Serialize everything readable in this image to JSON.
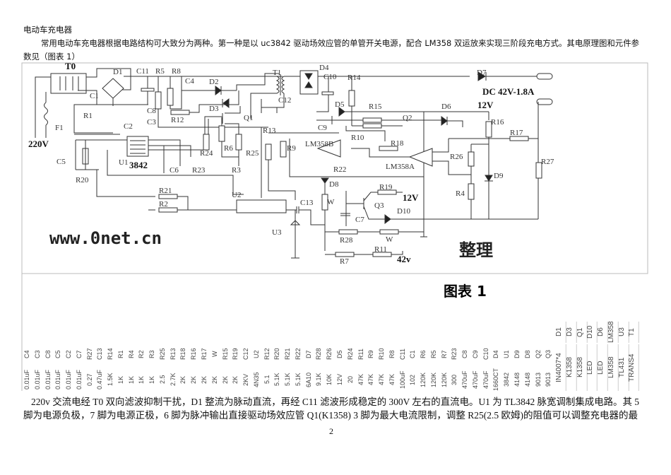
{
  "document": {
    "title": "电动车充电器",
    "para1_line1": "常用电动车充电器根据电路结构可大致分为两种。第一种是以 uc3842 驱动场效应管的单管开关电源，配合 LM358 双运放来实现三阶段充电方式。其电原理图和元件参",
    "para1_line2": "数见（图表 1）",
    "para2_line1": "220v 交流电经 T0 双向滤波抑制干扰，D1 整流为脉动直流，再经 C11 滤波形成稳定的 300V 左右的直流电。U1 为 TL3842 脉宽调制集成电路。其 5",
    "para2_line2": "脚为电源负极，7 脚为电源正极，6 脚为脉冲输出直接驱动场效应管 Q1(K1358)  3 脚为最大电流限制，调整 R25(2.5 欧姆)的阻值可以调整充电器的最",
    "page_number": "2"
  },
  "diagram": {
    "caption": "图表 1",
    "watermark": "www.0net.cn",
    "watermark2": "整理",
    "labels": [
      "T0",
      "D1",
      "C11",
      "R5",
      "R8",
      "C4",
      "D2",
      "D3",
      "T1",
      "D4",
      "C10",
      "C12",
      "C1",
      "C8",
      "C3",
      "C2",
      "R1",
      "R12",
      "Q1",
      "F1",
      "220V",
      "C5",
      "R20",
      "U1",
      "3842",
      "C6",
      "R24",
      "R6",
      "R25",
      "R3",
      "R23",
      "R13",
      "R9",
      "LM358B",
      "R21",
      "R2",
      "U2",
      "C13",
      "W",
      "U3",
      "D8",
      "R14",
      "D7",
      "DC 42V-1.8A",
      "D5",
      "R15",
      "D6",
      "12V",
      "Q2",
      "R16",
      "R17",
      "R10",
      "R18",
      "LM358A",
      "R26",
      "R27",
      "R22",
      "D9",
      "R19",
      "12V",
      "Q3",
      "D10",
      "R4",
      "C7",
      "R28",
      "W",
      "R11",
      "R7",
      "42v",
      "C9"
    ]
  },
  "parts_table": [
    {
      "ref": "C4",
      "value": "0.01uF"
    },
    {
      "ref": "C3",
      "value": "0.01uF"
    },
    {
      "ref": "C8",
      "value": "0.01uF"
    },
    {
      "ref": "C5",
      "value": "0.01uF"
    },
    {
      "ref": "C2",
      "value": "0.01uF"
    },
    {
      "ref": "C7",
      "value": "0.01uF"
    },
    {
      "ref": "R27",
      "value": "0.27"
    },
    {
      "ref": "C13",
      "value": "0.47uF"
    },
    {
      "ref": "R14",
      "value": "1.5K"
    },
    {
      "ref": "R1",
      "value": "1K"
    },
    {
      "ref": "R4",
      "value": "1K"
    },
    {
      "ref": "R2",
      "value": "1K"
    },
    {
      "ref": "R3",
      "value": "1K"
    },
    {
      "ref": "R25",
      "value": "2.5"
    },
    {
      "ref": "R13",
      "value": "2.7K"
    },
    {
      "ref": "R18",
      "value": "2K"
    },
    {
      "ref": "R16",
      "value": "2K"
    },
    {
      "ref": "R17",
      "value": "2K"
    },
    {
      "ref": "W",
      "value": "2K"
    },
    {
      "ref": "R15",
      "value": "2K"
    },
    {
      "ref": "R19",
      "value": "2K"
    },
    {
      "ref": "C12",
      "value": "2KV"
    },
    {
      "ref": "U2",
      "value": "4N35"
    },
    {
      "ref": "R12",
      "value": "5.1"
    },
    {
      "ref": "R20",
      "value": "5.1K"
    },
    {
      "ref": "R21",
      "value": "5.1K"
    },
    {
      "ref": "R22",
      "value": "5.1K"
    },
    {
      "ref": "D7",
      "value": "6A10"
    },
    {
      "ref": "R28",
      "value": "9.1K"
    },
    {
      "ref": "R26",
      "value": "10K"
    },
    {
      "ref": "D5",
      "value": "12V"
    },
    {
      "ref": "R24",
      "value": "20"
    },
    {
      "ref": "R11",
      "value": "47K"
    },
    {
      "ref": "R9",
      "value": "47K"
    },
    {
      "ref": "R10",
      "value": "47K"
    },
    {
      "ref": "R8",
      "value": "47K"
    },
    {
      "ref": "C11",
      "value": "100uF"
    },
    {
      "ref": "C1",
      "value": "102"
    },
    {
      "ref": "R6",
      "value": "120K"
    },
    {
      "ref": "R5",
      "value": "120K"
    },
    {
      "ref": "R7",
      "value": "120K"
    },
    {
      "ref": "R23",
      "value": "300"
    },
    {
      "ref": "C8",
      "value": "470uF"
    },
    {
      "ref": "C9",
      "value": "470uF"
    },
    {
      "ref": "C10",
      "value": "470uF"
    },
    {
      "ref": "D4",
      "value": "1660CT"
    },
    {
      "ref": "U1",
      "value": "3842"
    },
    {
      "ref": "D9",
      "value": "4148"
    },
    {
      "ref": "D8",
      "value": "4148"
    },
    {
      "ref": "Q2",
      "value": "9013"
    },
    {
      "ref": "Q3",
      "value": "9013"
    },
    {
      "ref": "D1",
      "value": "IN4007*4"
    },
    {
      "ref": "D3",
      "value": "K1358"
    },
    {
      "ref": "Q1",
      "value": "K1358"
    },
    {
      "ref": "D10",
      "value": "LED"
    },
    {
      "ref": "D6",
      "value": "LED"
    },
    {
      "ref": "LM358",
      "value": "LM358"
    },
    {
      "ref": "U3",
      "value": "TL431"
    },
    {
      "ref": "T1",
      "value": "TRANS4"
    }
  ]
}
